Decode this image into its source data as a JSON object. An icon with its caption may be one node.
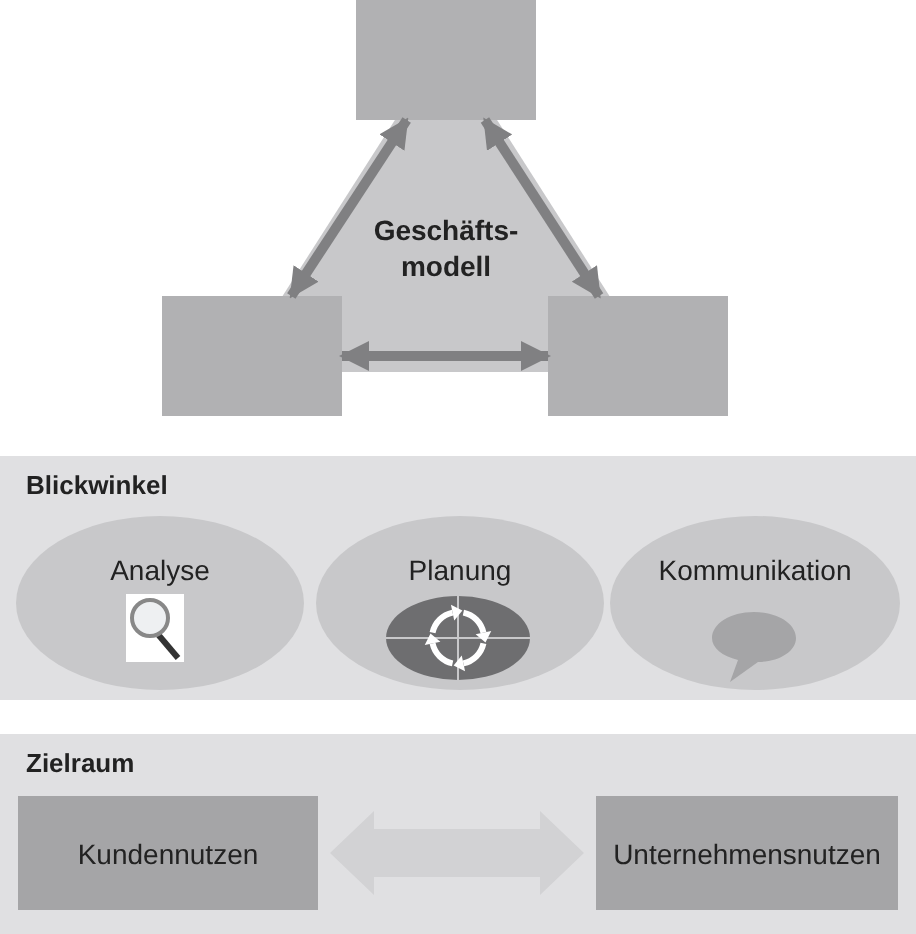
{
  "diagram": {
    "nodes": [
      {
        "text": [
          "Geschäfts-modell"
        ]
      },
      {
        "text": [],
        "shape": "box"
      },
      {
        "text": [],
        "shape": "box"
      },
      {
        "text": [],
        "shape": "box"
      },
      {
        "text": [
          "Blickwinkel"
        ]
      },
      {
        "text": [
          "Analyse"
        ],
        "in": 4
      },
      {
        "text": [
          "Planung"
        ],
        "in": 4
      },
      {
        "text": [
          "Kommunikation"
        ],
        "in": 4
      },
      {
        "text": [
          "Zielraum"
        ]
      },
      {
        "text": [
          "Kundennutzen"
        ],
        "in": 8
      },
      {
        "text": [
          "Unternehmensnutzen"
        ],
        "in": 8
      }
    ],
    "edges": [
      {
        "from": 1,
        "to": 2,
        "arrow": "both"
      },
      {
        "from": 1,
        "to": 3,
        "arrow": "both"
      },
      {
        "from": 2,
        "to": 3,
        "arrow": "both"
      },
      {
        "from": 9,
        "to": 10,
        "arrow": "both",
        "style": "thick",
        "color": "#d2d2d4"
      }
    ]
  }
}
